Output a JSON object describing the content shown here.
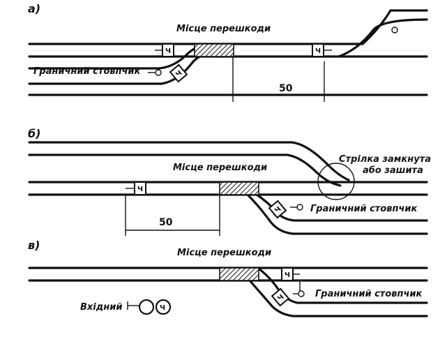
{
  "sections": [
    {
      "letter": "а)",
      "obstacle_label": "Місце перешкоди",
      "post_label": "Граничний стовпчик",
      "distance_label": "50",
      "signal_letters": [
        "Ч",
        "Ч",
        "Ч"
      ]
    },
    {
      "letter": "б)",
      "obstacle_label": "Місце перешкоди",
      "switch_label_line1": "Стрілка замкнута",
      "switch_label_line2": "або зашита",
      "post_label": "Граничний стовпчик",
      "distance_label": "50",
      "signal_letters": [
        "Ч",
        "Ч"
      ]
    },
    {
      "letter": "в)",
      "obstacle_label": "Місце перешкоди",
      "post_label": "Граничний стовпчик",
      "entrance_label": "Вхідний",
      "signal_letters": [
        "Ч",
        "Ч",
        "Ч"
      ]
    }
  ],
  "colors": {
    "ink": "#111111",
    "paper": "#ffffff"
  }
}
